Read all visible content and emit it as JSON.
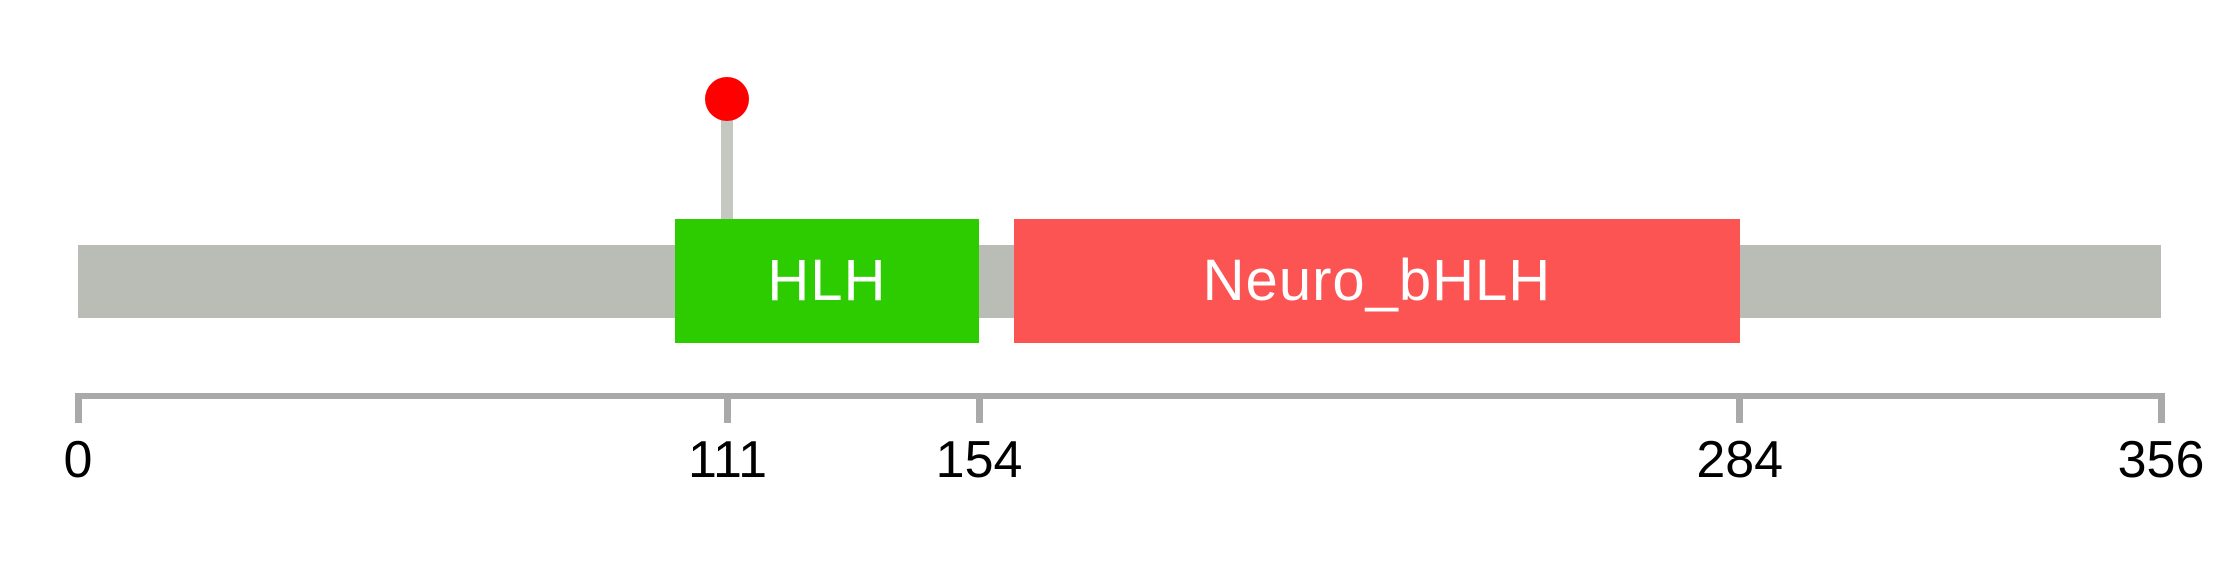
{
  "chart_data": {
    "type": "lollipop-domain-diagram",
    "description": "Protein domain diagram with mutation lollipop",
    "protein_length": 356,
    "axis_range": [
      0,
      356
    ],
    "axis_tick_labels": [
      "0",
      "111",
      "154",
      "284",
      "356"
    ],
    "axis_tick_positions": [
      0,
      111,
      154,
      284,
      356
    ],
    "domains": [
      {
        "label": "HLH",
        "start": 102,
        "end": 154,
        "color": "#2DCC00",
        "text_color": "#FFFFFF"
      },
      {
        "label": "Neuro_bHLH",
        "start": 160,
        "end": 284,
        "color": "#FC5353",
        "text_color": "#FFFFFF"
      }
    ],
    "mutations": [
      {
        "position": 111,
        "color": "#FF0000"
      }
    ],
    "colors": {
      "backbone": "#BABDB6",
      "lollipop_stick": "#C5C8C1",
      "axis": "#A9A9A9",
      "tick_label": "#000000"
    }
  }
}
